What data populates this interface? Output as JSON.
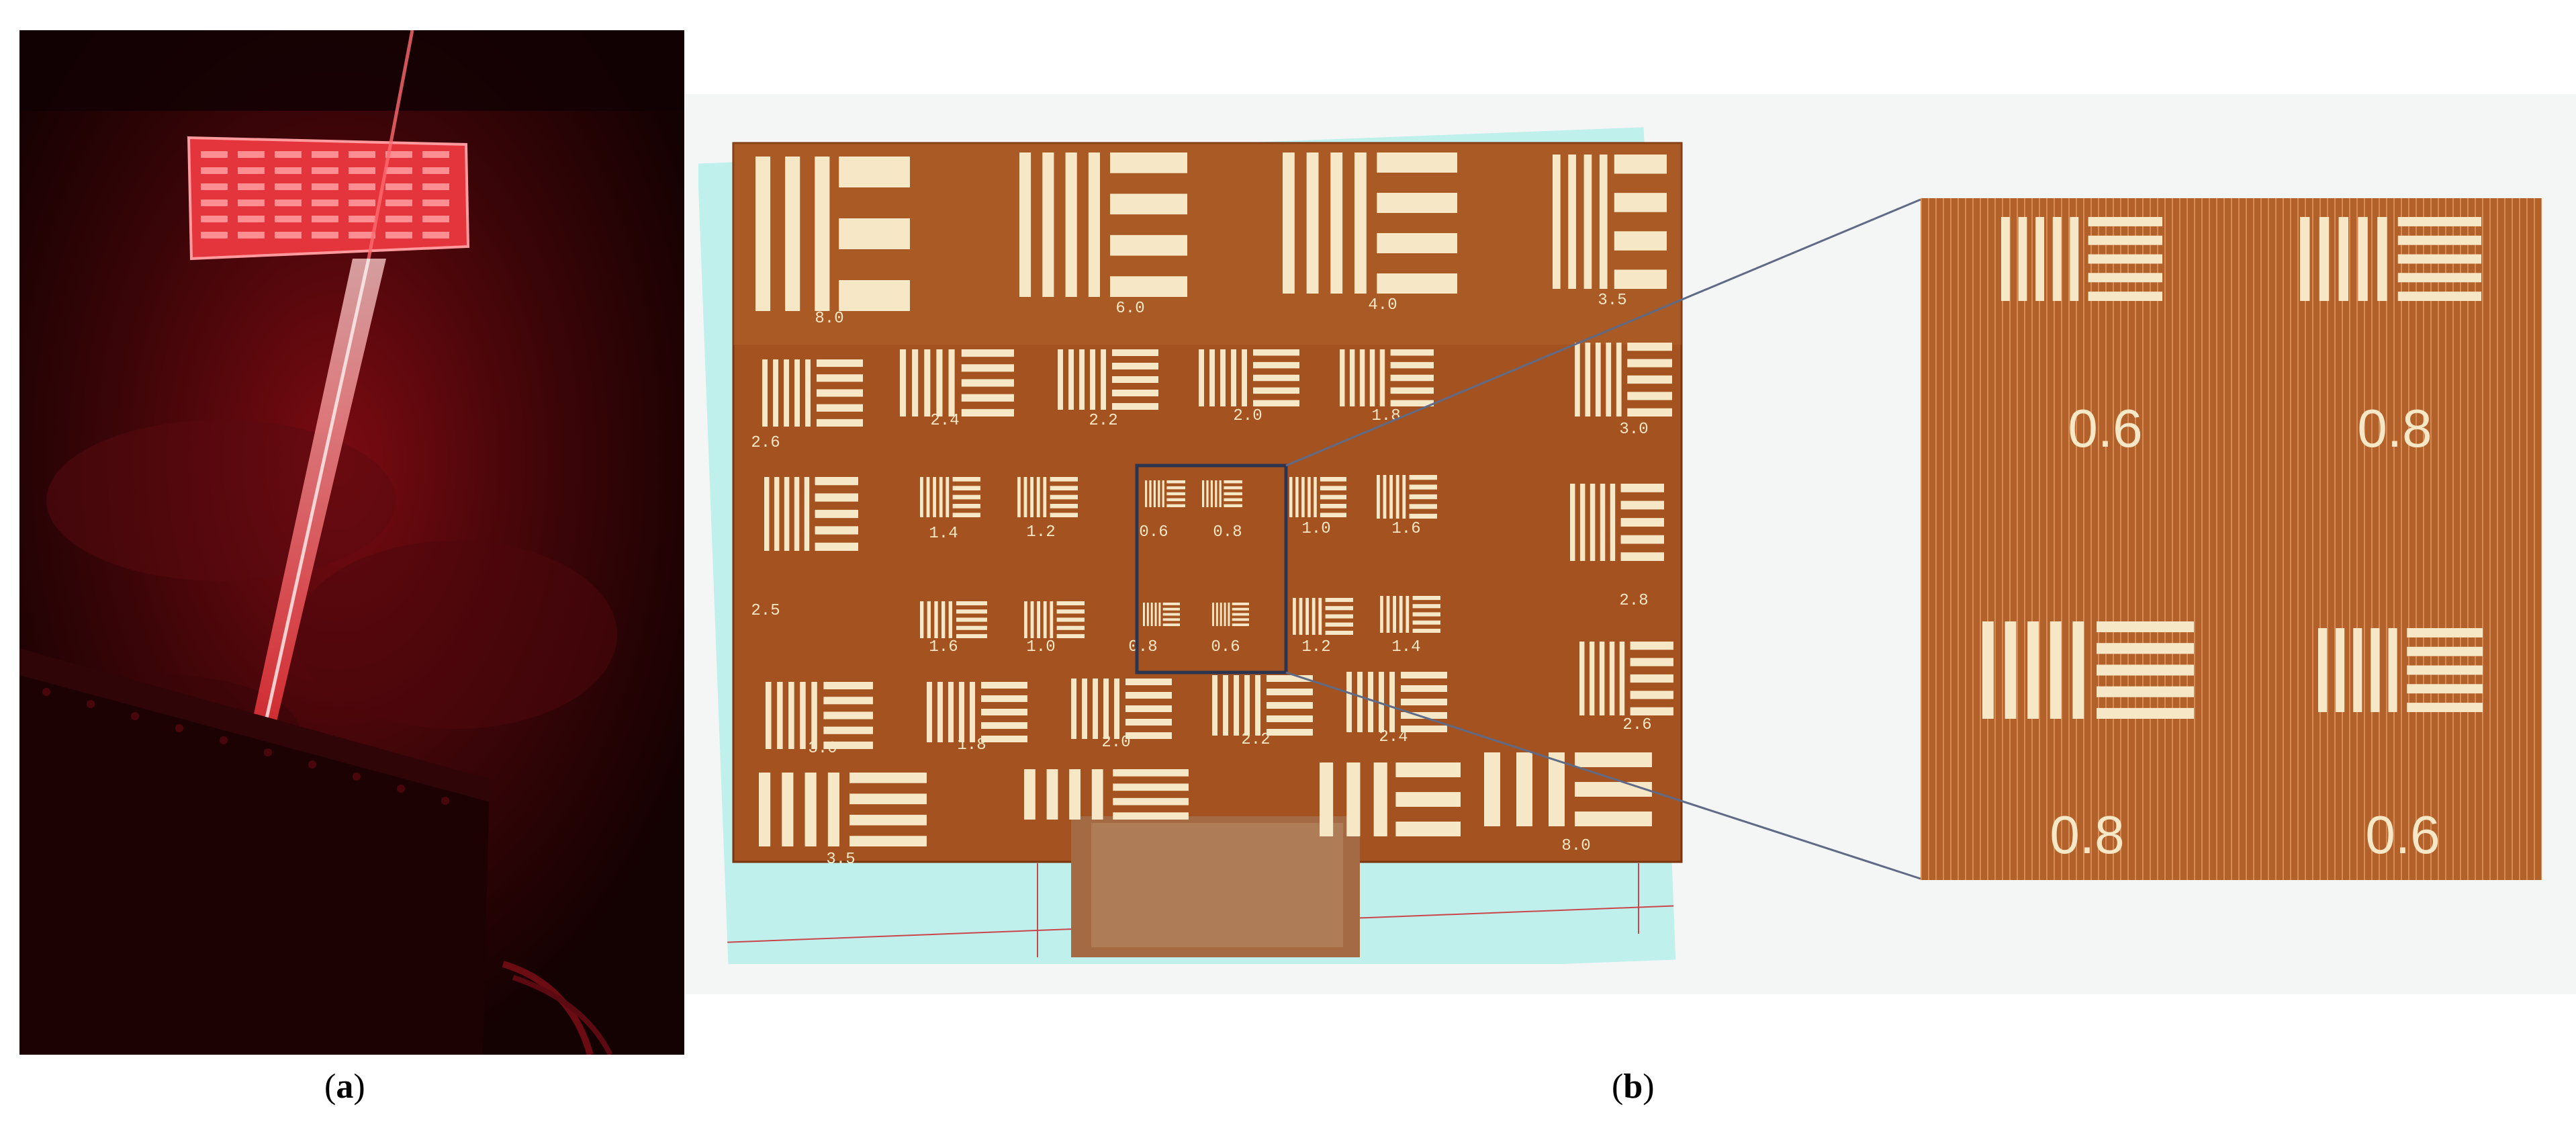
{
  "captions": {
    "a_open": "(",
    "a_letter": "a",
    "a_close": ")",
    "b_open": "(",
    "b_letter": "b",
    "b_close": ")"
  },
  "target_labels": {
    "row1": [
      "8.0",
      "6.0",
      "4.0",
      "3.5"
    ],
    "row2": [
      "2.4",
      "2.2",
      "2.0",
      "1.8"
    ],
    "row2_side_left": "2.6",
    "row2_side_right": "3.0",
    "row3": [
      "1.4",
      "1.2",
      "0.6",
      "0.8",
      "1.0",
      "1.6"
    ],
    "row3_side_left": "2.5",
    "row3_side_right": "2.8",
    "row4": [
      "1.6",
      "1.0",
      "0.8",
      "0.6",
      "1.2",
      "1.4"
    ],
    "row5": [
      "3.0",
      "1.8",
      "2.0",
      "2.2",
      "2.4",
      "2.6"
    ],
    "row6_left": "3.5",
    "row6_right": "8.0"
  },
  "zoom_labels": [
    "0.6",
    "0.8",
    "0.8",
    "0.6"
  ],
  "colors": {
    "target_background": "#a4521f",
    "bar": "#f6e8c6",
    "mount_background": "#bff0ec",
    "laser": "#ff2a30",
    "callout_line": "#5f6a86"
  }
}
